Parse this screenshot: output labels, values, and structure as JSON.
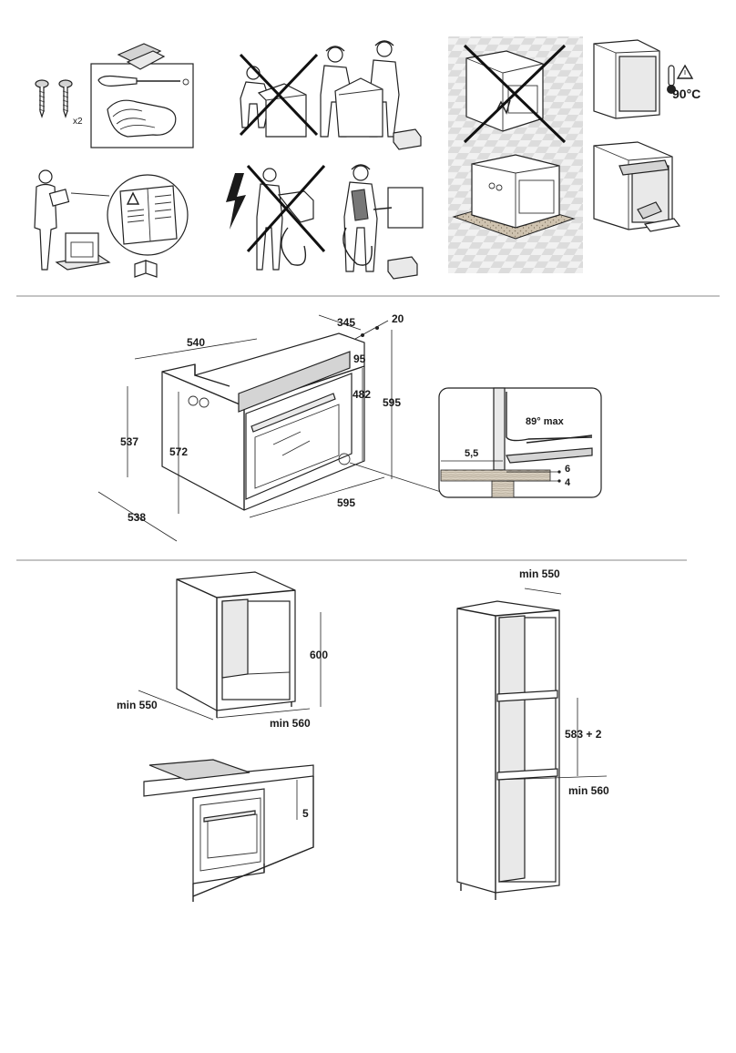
{
  "panel_top": {
    "screws_count_label": "x2",
    "warning_temperature": "90°C"
  },
  "oven_dimensions": {
    "depth_top": "540",
    "top_rear": "345",
    "top_offset": "20",
    "front_top": "95",
    "front_inner_height": "482",
    "overall_height": "595",
    "side_height": "537",
    "inner_height": "572",
    "bottom_depth": "538",
    "front_width": "595"
  },
  "detail_callout": {
    "door_angle": "89° max",
    "gap": "5,5",
    "dim_a": "6",
    "dim_b": "4"
  },
  "cabinet_under": {
    "height": "600",
    "depth": "min 550",
    "width": "min 560"
  },
  "worktop": {
    "gap": "5"
  },
  "column_cabinet": {
    "depth": "min 550",
    "niche_height": "583 + 2",
    "width": "min 560"
  }
}
